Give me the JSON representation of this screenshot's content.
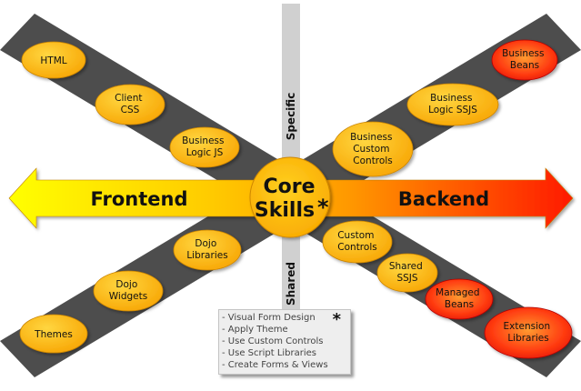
{
  "axis": {
    "left_label": "Frontend",
    "right_label": "Backend",
    "top_label": "Specific",
    "bottom_label": "Shared"
  },
  "core": {
    "line1": "Core",
    "line2": "Skills",
    "star": "*"
  },
  "skills": {
    "html": [
      "HTML"
    ],
    "client_css": [
      "Client",
      "CSS"
    ],
    "business_logic_js": [
      "Business",
      "Logic JS"
    ],
    "business_beans": [
      "Business",
      "Beans"
    ],
    "business_logic_ssjs": [
      "Business",
      "Logic SSJS"
    ],
    "business_custom_controls": [
      "Business",
      "Custom",
      "Controls"
    ],
    "dojo_libraries": [
      "Dojo",
      "Libraries"
    ],
    "dojo_widgets": [
      "Dojo",
      "Widgets"
    ],
    "themes": [
      "Themes"
    ],
    "custom_controls": [
      "Custom",
      "Controls"
    ],
    "shared_ssjs": [
      "Shared",
      "SSJS"
    ],
    "managed_beans": [
      "Managed",
      "Beans"
    ],
    "extension_libraries": [
      "Extension",
      "Libraries"
    ]
  },
  "note": {
    "star": "*",
    "items": [
      "- Visual Form Design",
      "- Apply Theme",
      "- Use Custom Controls",
      "- Use Script Libraries",
      "- Create Forms & Views"
    ]
  },
  "colors": {
    "band": "#4d4d4d",
    "vertical_band": "#d0d0d0",
    "orange_fill": "#ffb000",
    "red_fill": "#e01010",
    "arrow_left": "#ffff00",
    "arrow_right": "#ff2000"
  }
}
